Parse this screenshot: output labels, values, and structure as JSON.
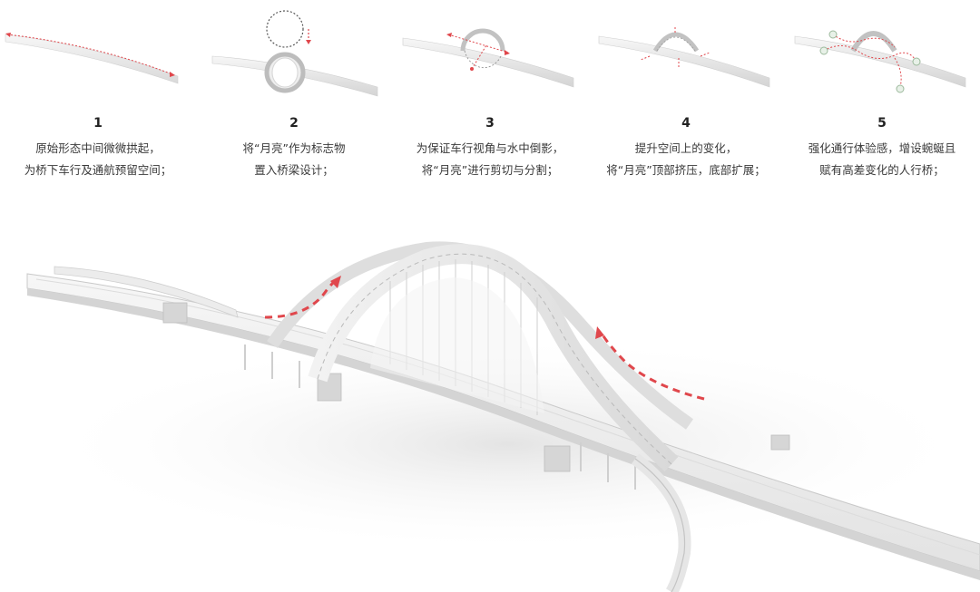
{
  "colors": {
    "arrow": "#e0474c",
    "model": "#efefef",
    "shade": "#cfcfcf",
    "text": "#333333"
  },
  "steps": [
    {
      "num": "1",
      "line1": "原始形态中间微微拱起，",
      "line2": "为桥下车行及通航预留空间；"
    },
    {
      "num": "2",
      "line1": "将“月亮”作为标志物",
      "line2": "置入桥梁设计；"
    },
    {
      "num": "3",
      "line1": "为保证车行视角与水中倒影，",
      "line2": "将“月亮”进行剪切与分割；"
    },
    {
      "num": "4",
      "line1": "提升空间上的变化，",
      "line2": "将“月亮”顶部挤压，底部扩展；"
    },
    {
      "num": "5",
      "line1": "强化通行体验感，增设蜿蜒且",
      "line2": "赋有高差变化的人行桥；"
    }
  ]
}
